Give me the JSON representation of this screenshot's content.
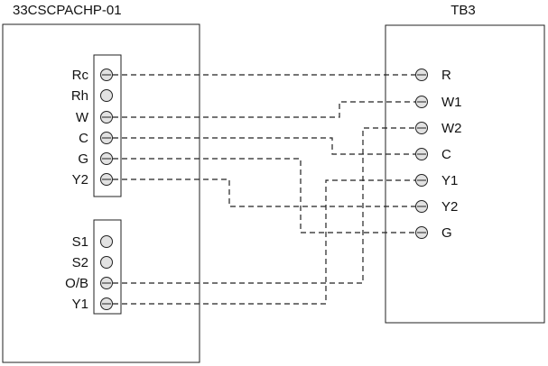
{
  "left_device": {
    "title": "33CSCPACHP-01",
    "upper_terminals": [
      "Rc",
      "Rh",
      "W",
      "C",
      "G",
      "Y2"
    ],
    "lower_terminals": [
      "S1",
      "S2",
      "O/B",
      "Y1"
    ]
  },
  "right_device": {
    "title": "TB3",
    "terminals": [
      "R",
      "W1",
      "W2",
      "C",
      "Y1",
      "Y2",
      "G"
    ]
  },
  "connections": [
    {
      "from": "Rc",
      "to": "R"
    },
    {
      "from": "W",
      "to": "W1"
    },
    {
      "from": "C",
      "to": "C"
    },
    {
      "from": "G",
      "to": "G"
    },
    {
      "from": "Y2",
      "to": "Y2"
    },
    {
      "from": "O/B",
      "to": "W2"
    },
    {
      "from": "Y1",
      "to": "Y1"
    }
  ]
}
